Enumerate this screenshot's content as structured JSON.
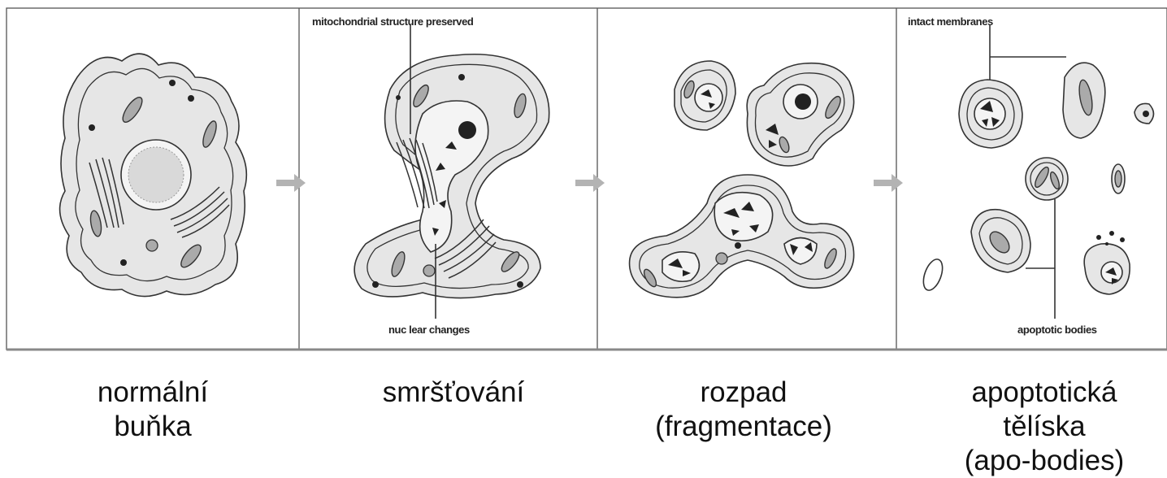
{
  "panels": [
    {
      "caption": "normální\nbuňka"
    },
    {
      "caption": "smršťování",
      "annotations": [
        "mitochondrial structure preserved",
        "nuc lear changes"
      ]
    },
    {
      "caption": "rozpad\n(fragmentace)"
    },
    {
      "caption": "apoptotická\ntělíska\n(apo-bodies)",
      "annotations": [
        "intact membranes",
        "apoptotic bodies"
      ]
    }
  ],
  "colors": {
    "cytoplasm": "#e6e6e6",
    "arrow": "#b3b3b3",
    "outline": "#333333"
  }
}
